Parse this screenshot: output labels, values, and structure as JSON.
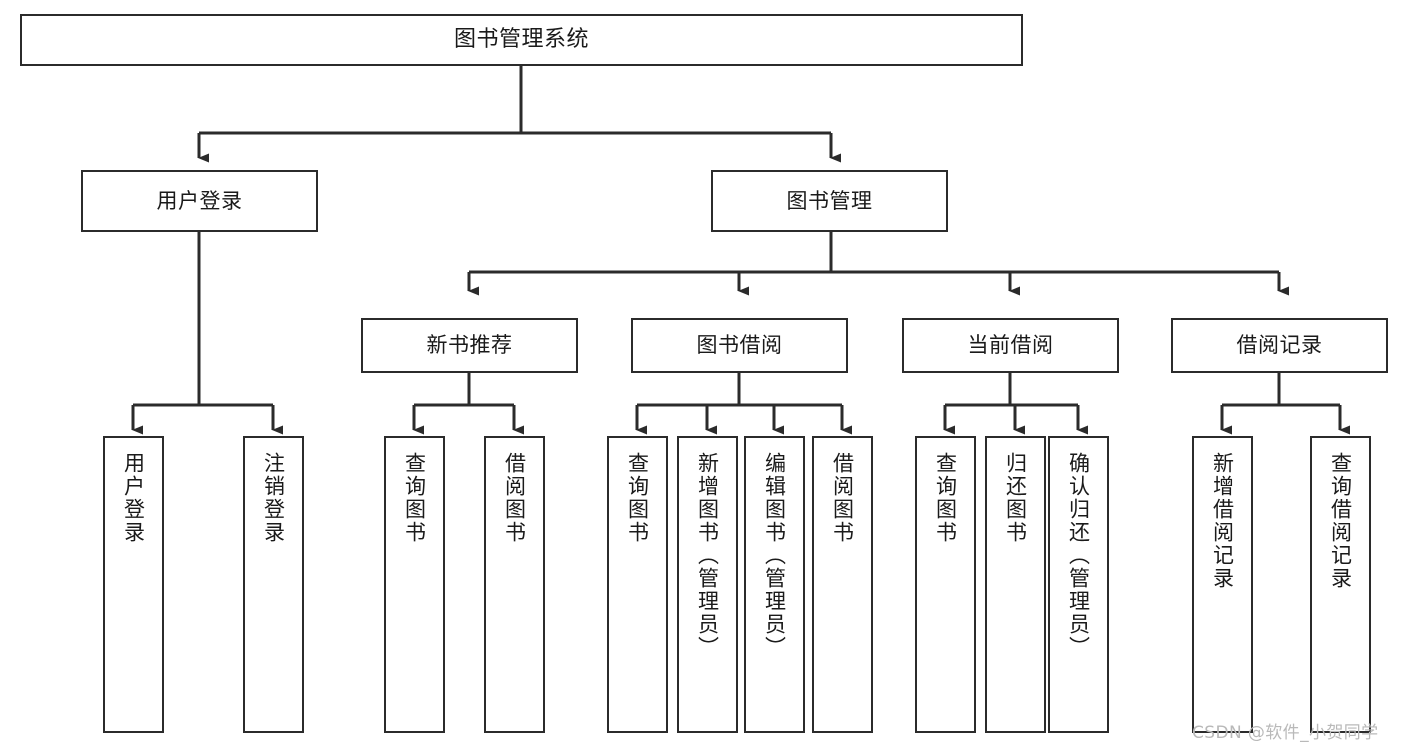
{
  "diagram": {
    "title": "图书管理系统",
    "type": "tree-hierarchy-chart",
    "orientation": "top-down",
    "colors": {
      "node_border": "#2b2b2b",
      "node_fill": "#ffffff",
      "edge": "#2b2b2b",
      "text": "#1a1a1a",
      "watermark": "#b9b9b9",
      "background": "#ffffff"
    },
    "watermark": "CSDN @软件_小贺同学"
  },
  "nodes": {
    "root": {
      "label": "图书管理系统"
    },
    "level2": [
      {
        "label": "用户登录"
      },
      {
        "label": "图书管理"
      }
    ],
    "level3": [
      {
        "label": "新书推荐"
      },
      {
        "label": "图书借阅"
      },
      {
        "label": "当前借阅"
      },
      {
        "label": "借阅记录"
      }
    ],
    "leaves": {
      "user_login": [
        {
          "label": "用户登录"
        },
        {
          "label": "注销登录"
        }
      ],
      "new_book_recommend": [
        {
          "label": "查询图书"
        },
        {
          "label": "借阅图书"
        }
      ],
      "book_borrow": [
        {
          "label": "查询图书"
        },
        {
          "label": "新增图书（管理员）"
        },
        {
          "label": "编辑图书（管理员）"
        },
        {
          "label": "借阅图书"
        }
      ],
      "current_borrow": [
        {
          "label": "查询图书"
        },
        {
          "label": "归还图书"
        },
        {
          "label": "确认归还（管理员）"
        }
      ],
      "borrow_record": [
        {
          "label": "新增借阅记录"
        },
        {
          "label": "查询借阅记录"
        }
      ]
    }
  }
}
